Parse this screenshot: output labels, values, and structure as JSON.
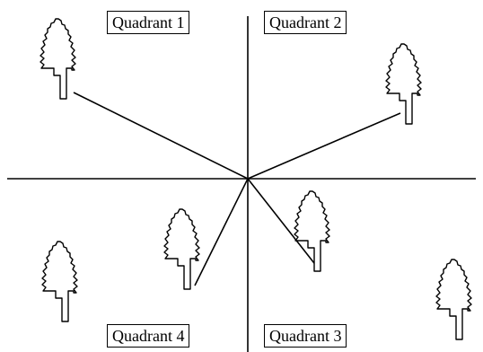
{
  "quadrants": {
    "q1": "Quadrant 1",
    "q2": "Quadrant 2",
    "q3": "Quadrant 3",
    "q4": "Quadrant 4"
  },
  "icons": [
    "tree-icon"
  ],
  "colors": {
    "ink": "#000000",
    "background": "#ffffff"
  }
}
